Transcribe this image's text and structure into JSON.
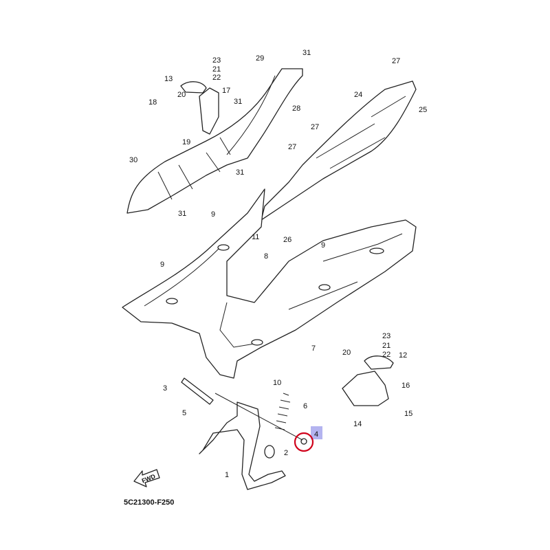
{
  "diagram_code": "5C21300-F250",
  "fwd_label": "FWD",
  "highlight": {
    "part": "4",
    "ring_color": "#d0021b",
    "box_color": "#b4b4f0"
  },
  "labels": [
    "23",
    "21",
    "22",
    "13",
    "20",
    "17",
    "18",
    "31",
    "28",
    "29",
    "31",
    "27",
    "24",
    "25",
    "27",
    "27",
    "19",
    "30",
    "31",
    "31",
    "9",
    "26",
    "11",
    "8",
    "9",
    "9",
    "7",
    "23",
    "21",
    "22",
    "20",
    "12",
    "16",
    "15",
    "14",
    "10",
    "3",
    "6",
    "5",
    "4",
    "2",
    "1"
  ]
}
